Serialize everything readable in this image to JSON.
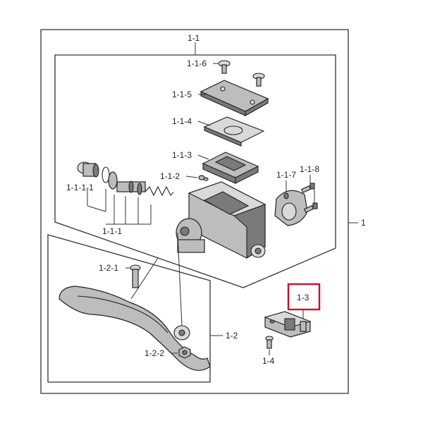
{
  "labels": {
    "l_1": "1",
    "l_1_1": "1-1",
    "l_1_1_1": "1-1-1",
    "l_1_1_1b": "1-1-1",
    "l_1_1_2": "1-1-2",
    "l_1_1_3": "1-1-3",
    "l_1_1_4": "1-1-4",
    "l_1_1_5": "1-1-5",
    "l_1_1_6": "1-1-6",
    "l_1_1_7": "1-1-7",
    "l_1_1_8": "1-1-8",
    "l_1_1_1_1": "1-1-1-1",
    "l_1_2": "1-2",
    "l_1_2_1": "1-2-1",
    "l_1_2_2": "1-2-2",
    "l_1_3": "1-3",
    "l_1_4": "1-4"
  },
  "colors": {
    "highlight": "#c8102e",
    "line": "#333333",
    "part_fill": "#bdbdbd"
  }
}
